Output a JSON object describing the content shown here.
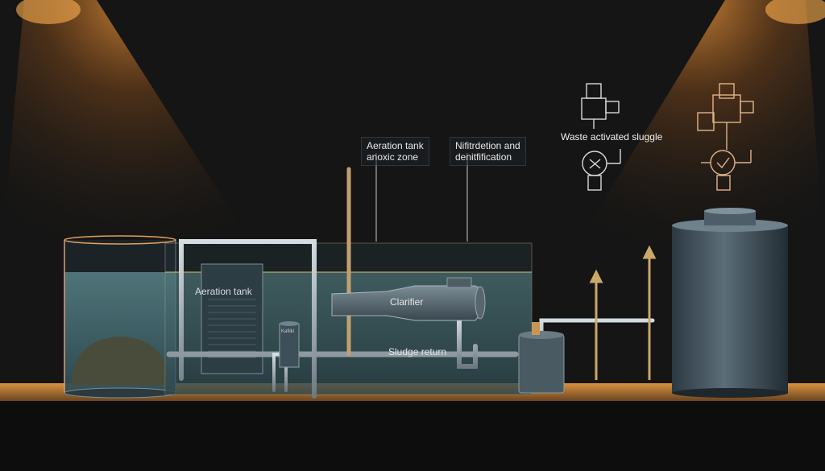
{
  "labels": {
    "aeration_anoxic": [
      "Aeration tank",
      "anoxic zone"
    ],
    "nitrification": [
      "Nifitrdetion and",
      "denitfification"
    ],
    "waste_sludge": "Waste activated sluggle",
    "aeration_tank": "Aeration tank",
    "clarifier": "Clarifier",
    "sludge_return": "Sludge return",
    "small_tank_tag": "Kafilki"
  },
  "colors": {
    "background": "#141414",
    "spotlight": "#f08a2a",
    "floor": "#c4823a",
    "water": "#4f7f86",
    "pipe": "#b8c2c8",
    "tank_body": "#3a4a55"
  }
}
